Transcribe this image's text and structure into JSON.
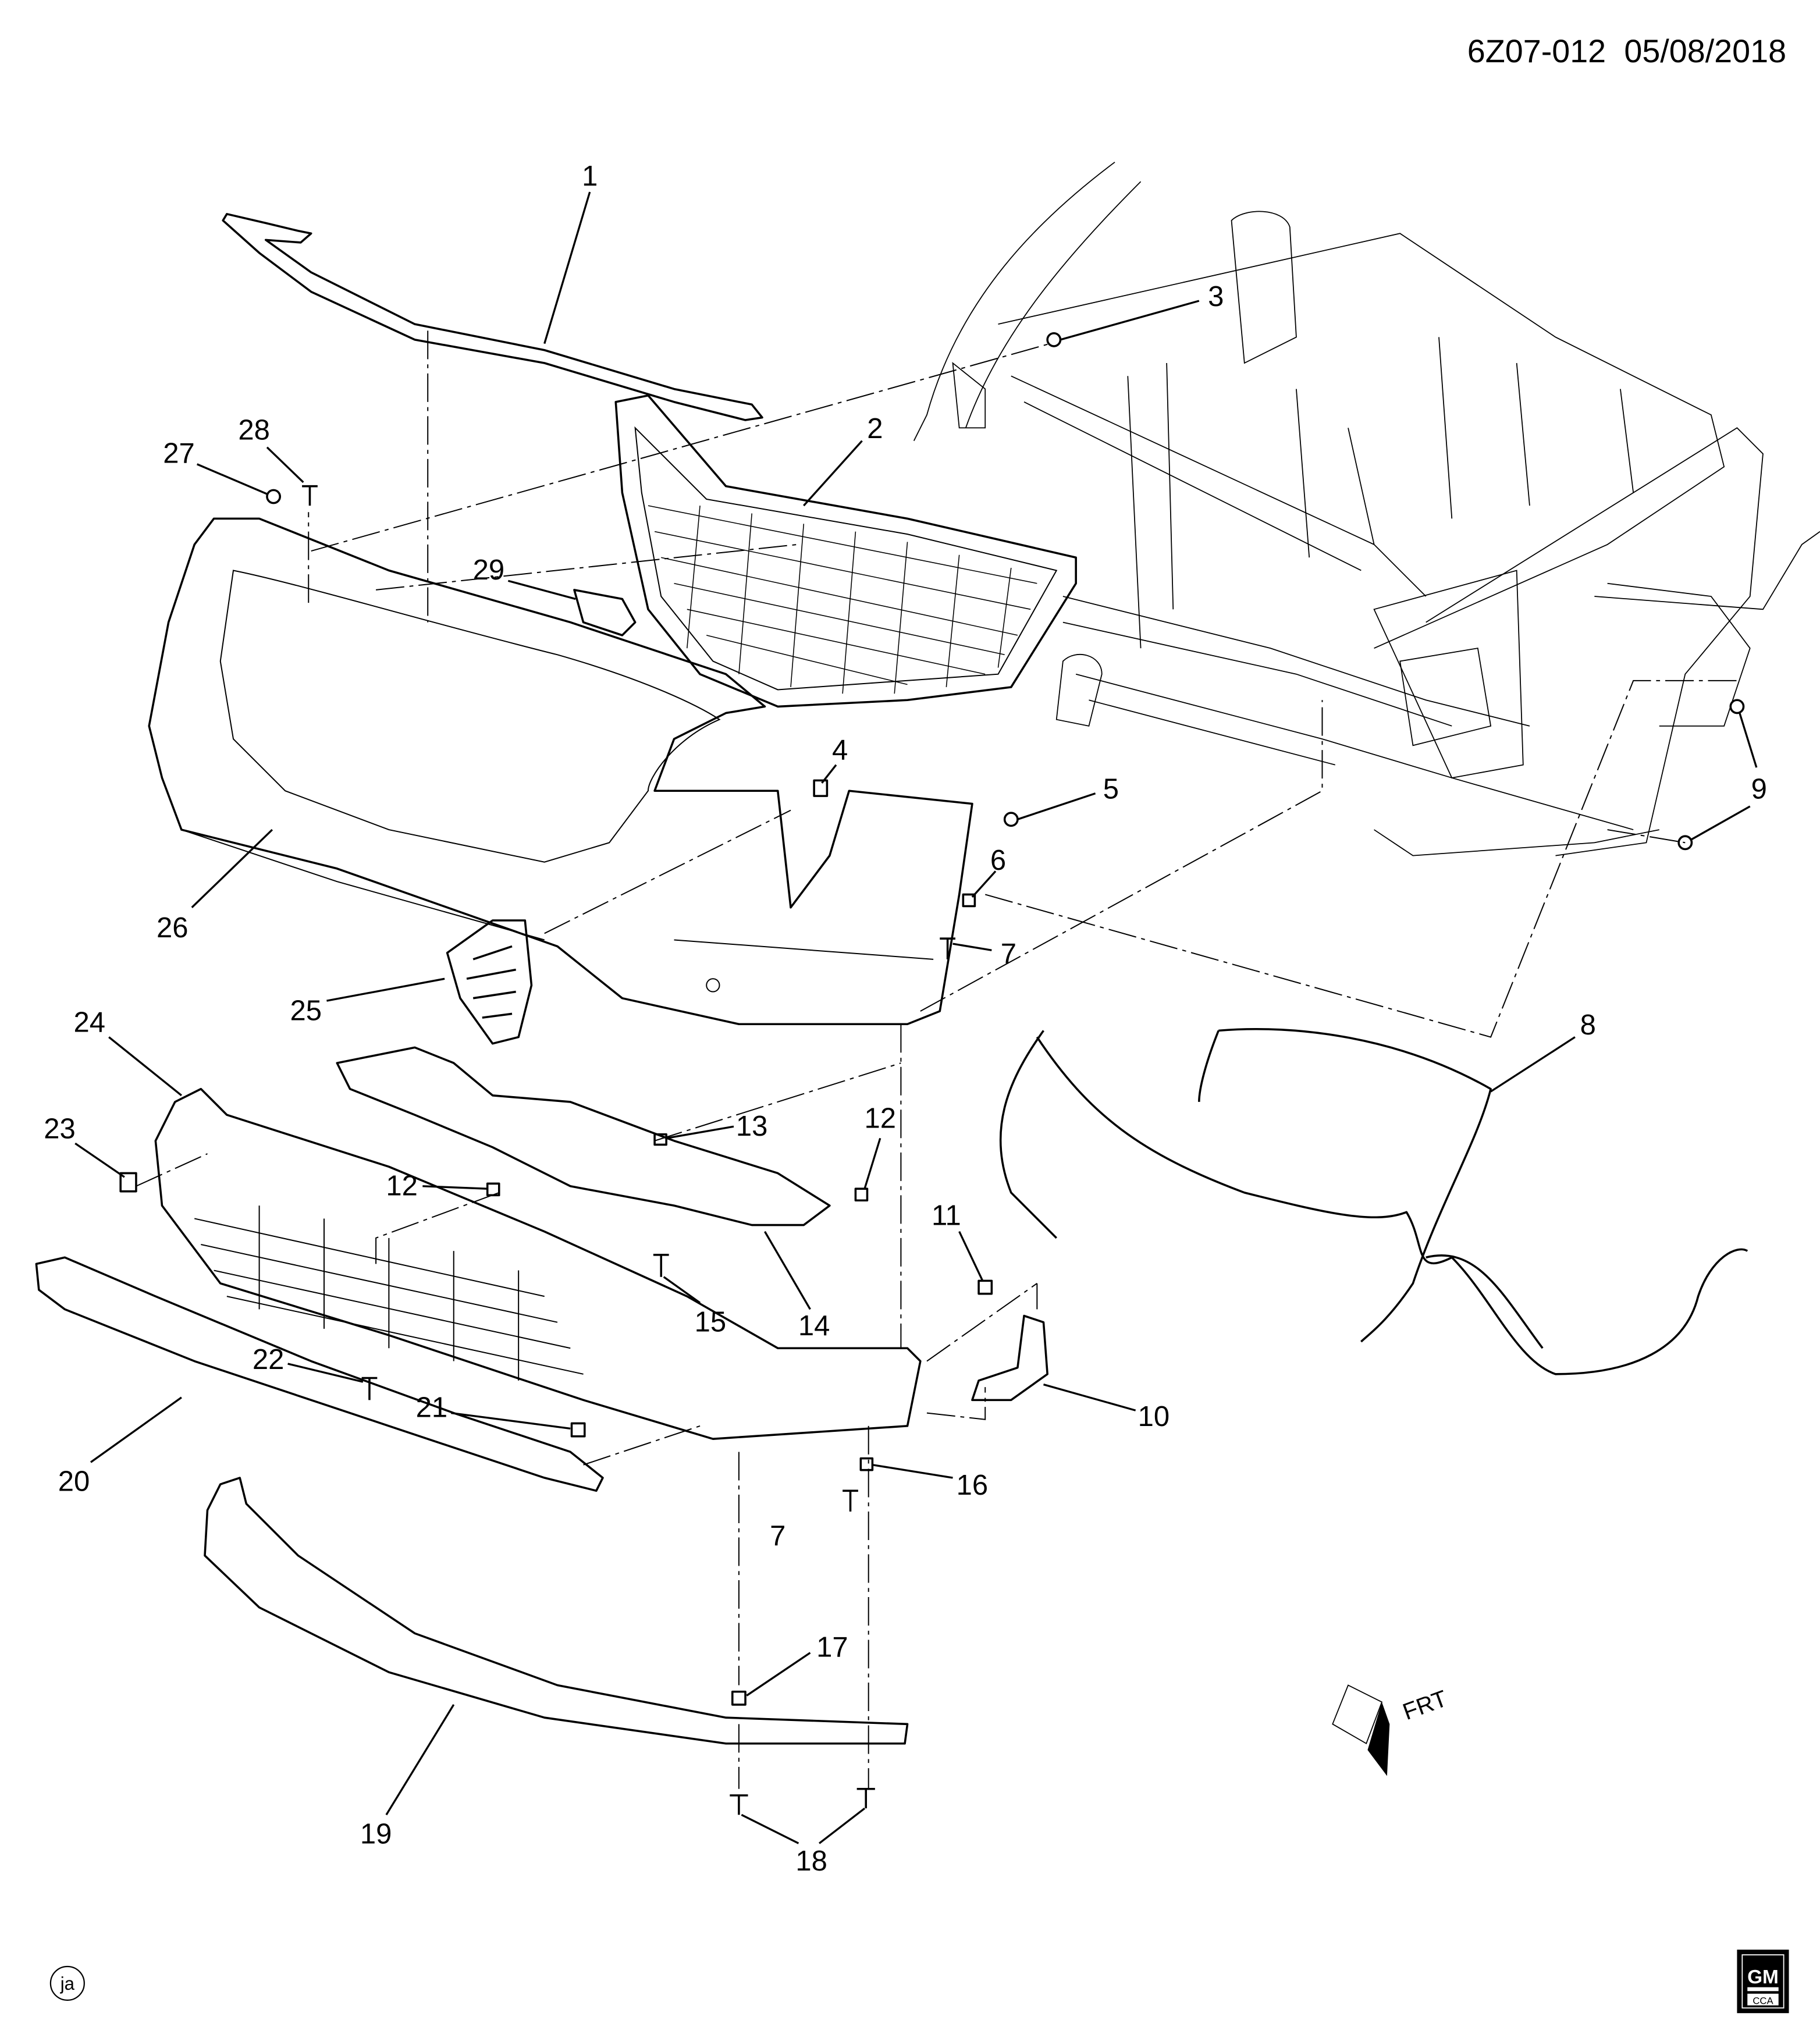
{
  "header": {
    "diagram_id": "6Z07-012",
    "date": "05/08/2018"
  },
  "callouts": [
    "1",
    "2",
    "3",
    "4",
    "5",
    "6",
    "7",
    "7",
    "8",
    "9",
    "10",
    "11",
    "12",
    "12",
    "13",
    "14",
    "15",
    "16",
    "17",
    "18",
    "19",
    "20",
    "21",
    "22",
    "23",
    "24",
    "25",
    "26",
    "27",
    "28",
    "29"
  ],
  "orientation_label": "FRT",
  "illustrator_mark": "ja",
  "logo": {
    "brand": "GM",
    "sub": "CCA"
  }
}
